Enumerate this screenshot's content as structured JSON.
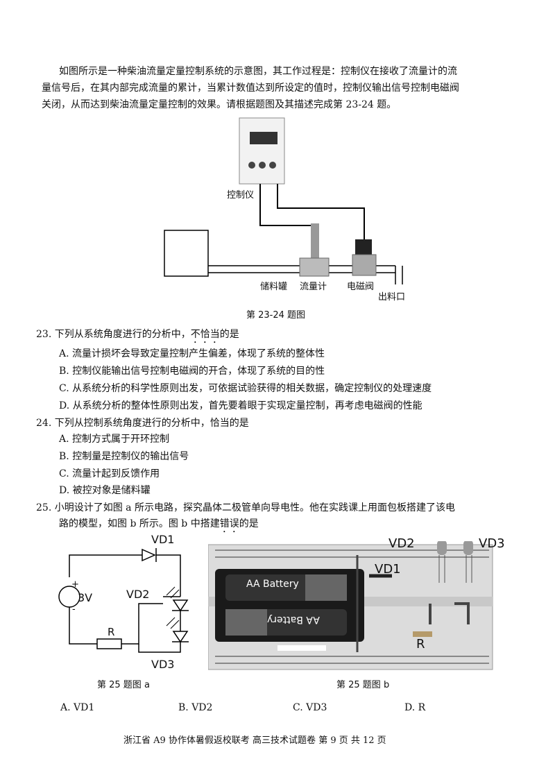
{
  "intro": {
    "line1": "如图所示是一种柴油流量定量控制系统的示意图，其工作过程是：控制仪在接收了流量计的流",
    "line2": "量信号后，在其内部完成流量的累计，当累计数值达到所设定的值时，控制仪输出信号控制电磁阀",
    "line3": "关闭，从而达到柴油流量定量控制的效果。请根据题图及其描述完成第 23-24 题。"
  },
  "fig1": {
    "controller": "控制仪",
    "tank": "储料罐",
    "flowmeter": "流量计",
    "valve": "电磁阀",
    "outlet": "出料口",
    "caption": "第 23-24 题图"
  },
  "q23": {
    "pre": "23. 下列从系统角度进行的分析中，",
    "emph": "不恰当",
    "post": "的是",
    "options": [
      "A. 流量计损坏会导致定量控制产生偏差，体现了系统的整体性",
      "B. 控制仪能输出信号控制电磁阀的开合，体现了系统的目的性",
      "C. 从系统分析的科学性原则出发，可依据试验获得的相关数据，确定控制仪的处理速度",
      "D. 从系统分析的整体性原则出发，首先要着眼于实现定量控制，再考虑电磁阀的性能"
    ]
  },
  "q24": {
    "stem": "24. 下列从控制系统角度进行的分析中，恰当的是",
    "options": [
      "A. 控制方式属于开环控制",
      "B. 控制量是控制仪的输出信号",
      "C. 流量计起到反馈作用",
      "D. 被控对象是储料罐"
    ]
  },
  "q25": {
    "line1": "25. 小明设计了如图 a 所示电路，探究晶体二极管单向导电性。他在实践课上用面包板搭建了该电",
    "line2pre": "路的模型，如图 b 所示。图 b 中搭建",
    "emph": "错误",
    "post": "的是",
    "figa": {
      "vd1": "VD1",
      "vd2": "VD2",
      "vd3": "VD3",
      "source": "3V",
      "plus": "+",
      "minus": "-",
      "r": "R",
      "caption": "第 25 题图 a"
    },
    "figb": {
      "vd1": "VD1",
      "vd2": "VD2",
      "vd3": "VD3",
      "r": "R",
      "battery": "AA Battery",
      "caption": "第 25 题图 b"
    },
    "options": [
      "A. VD1",
      "B. VD2",
      "C. VD3",
      "D. R"
    ]
  },
  "footer": "浙江省 A9 协作体暑假返校联考 高三技术试题卷 第 9 页 共 12 页"
}
